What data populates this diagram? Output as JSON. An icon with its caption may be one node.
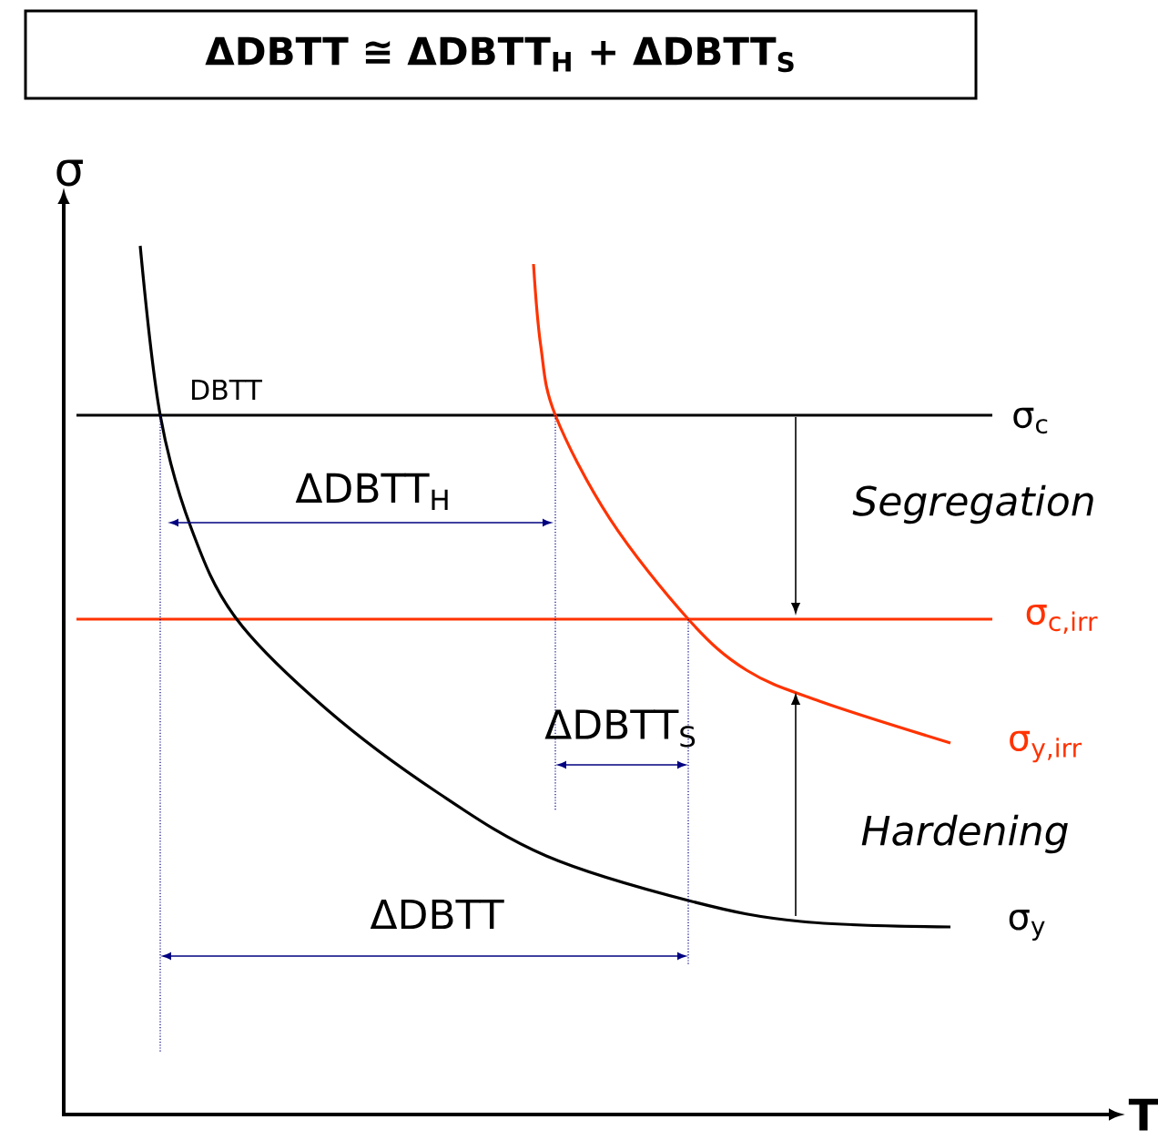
{
  "diagram": {
    "nodes": [
      {
        "text": [
          "ΔDBTT ≅ ΔDBTT$_{H}$ + ΔDBTT$_{S}$"
        ]
      }
    ],
    "labels": [
      "σ",
      "T",
      "DBTT",
      "σ$_{c}$",
      "ΔDBTT$_{H}$",
      "Segregation",
      "σ$_{c,irr}$",
      "ΔDBTT$_{S}$",
      "σ$_{y,irr}$",
      "Hardening",
      "ΔDBTT",
      "σ$_{y}$"
    ]
  }
}
